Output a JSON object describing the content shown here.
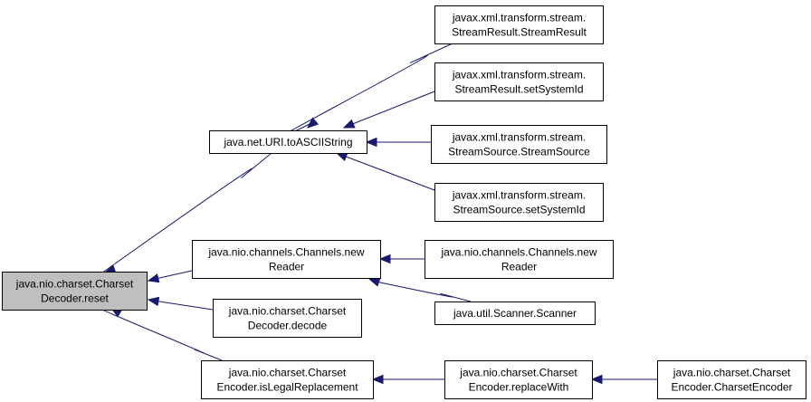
{
  "diagram": {
    "nodes": [
      {
        "id": "root",
        "lines": [
          "java.nio.charset.Charset",
          "Decoder.reset"
        ]
      },
      {
        "id": "uri",
        "lines": [
          "java.net.URI.toASCIIString"
        ]
      },
      {
        "id": "sr_ctor",
        "lines": [
          "javax.xml.transform.stream.",
          "StreamResult.StreamResult"
        ]
      },
      {
        "id": "sr_setid",
        "lines": [
          "javax.xml.transform.stream.",
          "StreamResult.setSystemId"
        ]
      },
      {
        "id": "ss_ctor",
        "lines": [
          "javax.xml.transform.stream.",
          "StreamSource.StreamSource"
        ]
      },
      {
        "id": "ss_setid",
        "lines": [
          "javax.xml.transform.stream.",
          "StreamSource.setSystemId"
        ]
      },
      {
        "id": "ch_newreader",
        "lines": [
          "java.nio.channels.Channels.new",
          "Reader"
        ]
      },
      {
        "id": "ch_newreader2",
        "lines": [
          "java.nio.channels.Channels.new",
          "Reader"
        ]
      },
      {
        "id": "scanner",
        "lines": [
          "java.util.Scanner.Scanner"
        ]
      },
      {
        "id": "decode",
        "lines": [
          "java.nio.charset.Charset",
          "Decoder.decode"
        ]
      },
      {
        "id": "islegal",
        "lines": [
          "java.nio.charset.Charset",
          "Encoder.isLegalReplacement"
        ]
      },
      {
        "id": "replacewith",
        "lines": [
          "java.nio.charset.Charset",
          "Encoder.replaceWith"
        ]
      },
      {
        "id": "enc_ctor",
        "lines": [
          "java.nio.charset.Charset",
          "Encoder.CharsetEncoder"
        ]
      }
    ],
    "edges": [
      {
        "from": "uri",
        "to": "root"
      },
      {
        "from": "ch_newreader",
        "to": "root"
      },
      {
        "from": "decode",
        "to": "root"
      },
      {
        "from": "islegal",
        "to": "root"
      },
      {
        "from": "sr_ctor",
        "to": "uri"
      },
      {
        "from": "sr_setid",
        "to": "uri"
      },
      {
        "from": "ss_ctor",
        "to": "uri"
      },
      {
        "from": "ss_setid",
        "to": "uri"
      },
      {
        "from": "ch_newreader2",
        "to": "ch_newreader"
      },
      {
        "from": "scanner",
        "to": "ch_newreader"
      },
      {
        "from": "replacewith",
        "to": "islegal"
      },
      {
        "from": "enc_ctor",
        "to": "replacewith"
      }
    ],
    "colors": {
      "edge": "#191970",
      "root_fill": "#bfbfbf",
      "node_fill": "#ffffff",
      "border": "#000000"
    }
  }
}
